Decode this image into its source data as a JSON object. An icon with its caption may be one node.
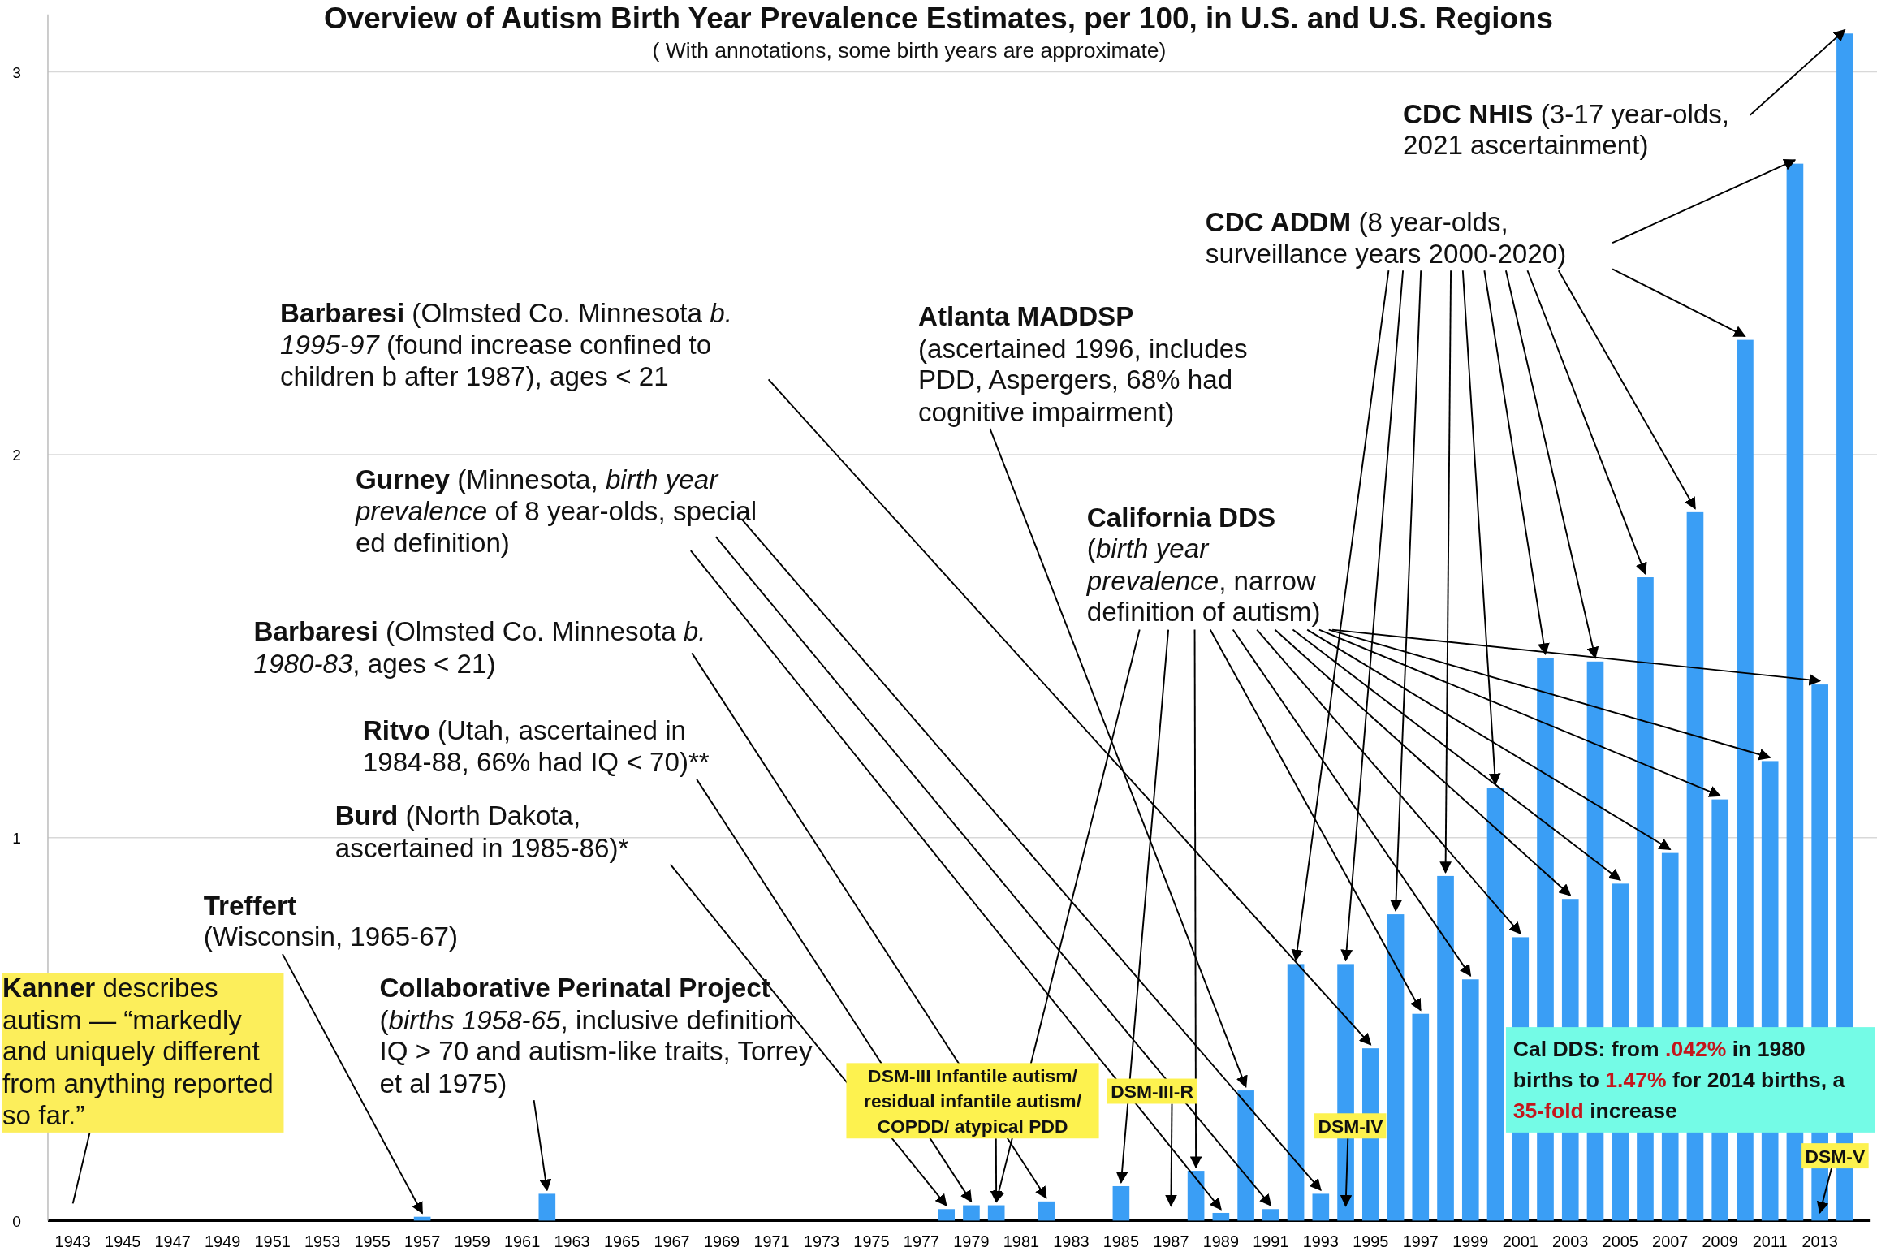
{
  "diagram": {
    "title": "Overview of Autism Birth Year Prevalence Estimates, per 100, in U.S. and U.S. Regions",
    "nodes": [
      {
        "text": [
          "Kanner",
          "describes autism — “markedly and uniquely different from anything reported so far.”"
        ]
      },
      {
        "text": [
          "Treffert",
          "(Wisconsin, 1965-67)"
        ]
      },
      {
        "text": [
          "Collaborative Perinatal Project",
          "(*births 1958-65*, inclusive definition IQ > 70 and autism-like traits, Torrey et al 1975)"
        ]
      },
      {
        "text": [
          "Burd",
          "(North Dakota, ascertained in 1985-86)*"
        ]
      },
      {
        "text": [
          "Ritvo",
          "(Utah, ascertained in 1984-88, 66% had IQ < 70)**"
        ]
      },
      {
        "text": [
          "Barbaresi",
          "(Olmsted Co. Minnesota *b. 1980-83*, ages < 21)"
        ]
      },
      {
        "text": [
          "Gurney",
          "(Minnesota, *birth year prevalence* of 8 year-olds, special ed definition)"
        ]
      },
      {
        "text": [
          "Barbaresi",
          "(Olmsted Co. Minnesota *b. 1995-97* (found increase confined to children b after 1987), ages < 21"
        ]
      },
      {
        "text": [
          "Atlanta MADDSP",
          "(ascertained 1996, includes PDD, Aspergers, 68% had cognitive impairment)"
        ]
      },
      {
        "text": [
          "California DDS",
          "(*birth year prevalence*, narrow definition of autism)"
        ]
      },
      {
        "text": [
          "CDC ADDM",
          "(8 year-olds, surveillance years 2000-2020)"
        ]
      },
      {
        "text": [
          "CDC NHIS",
          "(3-17 year-olds, 2021 ascertainment)"
        ]
      },
      {
        "text": [
          "DSM-III Infantile autism/ residual infantile autism/ COPDD/ atypical PDD"
        ]
      },
      {
        "text": [
          "DSM-III-R"
        ]
      },
      {
        "text": [
          "DSM-IV"
        ]
      },
      {
        "text": [
          "DSM-V"
        ]
      },
      {
        "text": [
          "Cal DDS: from .042% in 1980 births to 1.47% for 2014 births, a 35-fold increase"
        ]
      }
    ],
    "edges": [
      {
        "from": 0,
        "to": null,
        "arrow": "none"
      },
      {
        "from": 1,
        "to": null,
        "arrow": "to"
      },
      {
        "from": 2,
        "to": null,
        "arrow": "to"
      },
      {
        "from": 3,
        "to": null,
        "arrow": "to"
      },
      {
        "from": 4,
        "to": null,
        "arrow": "to"
      },
      {
        "from": 5,
        "to": null,
        "arrow": "to"
      },
      {
        "from": 6,
        "to": null,
        "arrow": "to"
      },
      {
        "from": 6,
        "to": null,
        "arrow": "to"
      },
      {
        "from": 6,
        "to": null,
        "arrow": "to"
      },
      {
        "from": 7,
        "to": null,
        "arrow": "to"
      },
      {
        "from": 8,
        "to": null,
        "arrow": "to"
      },
      {
        "from": 9,
        "to": null,
        "arrow": "to"
      },
      {
        "from": 9,
        "to": null,
        "arrow": "to"
      },
      {
        "from": 9,
        "to": null,
        "arrow": "to"
      },
      {
        "from": 9,
        "to": null,
        "arrow": "to"
      },
      {
        "from": 9,
        "to": null,
        "arrow": "to"
      },
      {
        "from": 9,
        "to": null,
        "arrow": "to"
      },
      {
        "from": 9,
        "to": null,
        "arrow": "to"
      },
      {
        "from": 9,
        "to": null,
        "arrow": "to"
      },
      {
        "from": 9,
        "to": null,
        "arrow": "to"
      },
      {
        "from": 9,
        "to": null,
        "arrow": "to"
      },
      {
        "from": 9,
        "to": null,
        "arrow": "to"
      },
      {
        "from": 9,
        "to": null,
        "arrow": "to"
      },
      {
        "from": 10,
        "to": null,
        "arrow": "to"
      },
      {
        "from": 10,
        "to": null,
        "arrow": "to"
      },
      {
        "from": 10,
        "to": null,
        "arrow": "to"
      },
      {
        "from": 10,
        "to": null,
        "arrow": "to"
      },
      {
        "from": 10,
        "to": null,
        "arrow": "to"
      },
      {
        "from": 10,
        "to": null,
        "arrow": "to"
      },
      {
        "from": 10,
        "to": null,
        "arrow": "to"
      },
      {
        "from": 10,
        "to": null,
        "arrow": "to"
      },
      {
        "from": 10,
        "to": null,
        "arrow": "to"
      },
      {
        "from": 10,
        "to": null,
        "arrow": "to"
      },
      {
        "from": 10,
        "to": null,
        "arrow": "to"
      },
      {
        "from": 11,
        "to": null,
        "arrow": "to"
      },
      {
        "from": 12,
        "to": null,
        "arrow": "to"
      },
      {
        "from": 13,
        "to": null,
        "arrow": "to"
      },
      {
        "from": 14,
        "to": null,
        "arrow": "to"
      },
      {
        "from": 15,
        "to": null,
        "arrow": "to"
      }
    ],
    "labels": [
      "( With annotations, some birth years are approximate)"
    ],
    "chart_data": {
      "type": "bar",
      "x": [
        1957,
        1962,
        1978,
        1979,
        1980,
        1982,
        1985,
        1988,
        1989,
        1990,
        1991,
        1992,
        1993,
        1994,
        1995,
        1996,
        1997,
        1998,
        1999,
        2000,
        2001,
        2002,
        2003,
        2004,
        2005,
        2006,
        2007,
        2008,
        2009,
        2010,
        2011,
        2012,
        2013,
        2014
      ],
      "series": [
        {
          "color": "#3a9ef5",
          "values": [
            0.01,
            0.07,
            0.03,
            0.04,
            0.04,
            0.05,
            0.09,
            0.13,
            0.02,
            0.34,
            0.03,
            0.67,
            0.07,
            0.67,
            0.45,
            0.8,
            0.54,
            0.9,
            0.63,
            1.13,
            0.74,
            1.47,
            0.84,
            1.46,
            0.88,
            1.68,
            0.96,
            1.85,
            1.1,
            2.3,
            1.2,
            2.76,
            1.4,
            3.1
          ]
        }
      ],
      "xticks": [
        1943,
        1945,
        1947,
        1949,
        1951,
        1953,
        1955,
        1957,
        1959,
        1961,
        1963,
        1965,
        1967,
        1969,
        1971,
        1973,
        1975,
        1977,
        1979,
        1981,
        1983,
        1985,
        1987,
        1989,
        1991,
        1993,
        1995,
        1997,
        1999,
        2001,
        2003,
        2005,
        2007,
        2009,
        2011,
        2013
      ],
      "xlim": [
        1942,
        2015
      ],
      "grid": true,
      "yticks": [
        0,
        1,
        2,
        3
      ],
      "ylim": [
        0,
        3.15
      ]
    }
  }
}
